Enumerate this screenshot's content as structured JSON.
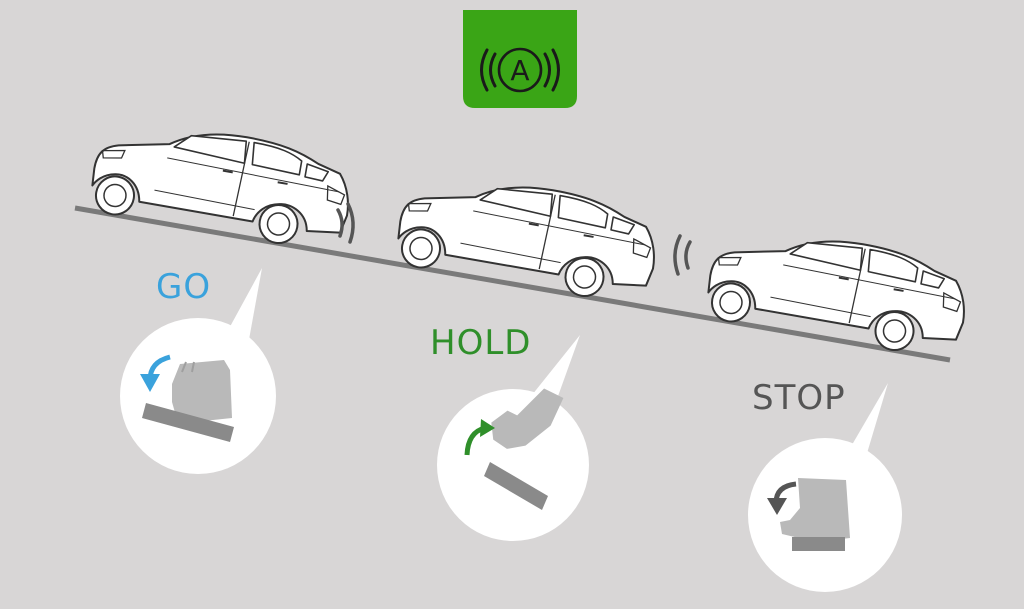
{
  "badge": {
    "symbol": "A",
    "icon": "auto-brake-hold-icon",
    "color": "#3aa516"
  },
  "steps": [
    {
      "label": "GO",
      "color": "#3aa2dc",
      "pedal": "accelerator",
      "arrow": "blue"
    },
    {
      "label": "HOLD",
      "color": "#2f8f2a",
      "pedal": "released",
      "arrow": "green"
    },
    {
      "label": "STOP",
      "color": "#555555",
      "pedal": "brake",
      "arrow": "gray"
    }
  ],
  "colors": {
    "background": "#d8d6d6",
    "road": "#7a7a7a",
    "bubble": "#ffffff",
    "shoe": "#b9b9b9",
    "pedal": "#8a8a8a"
  }
}
